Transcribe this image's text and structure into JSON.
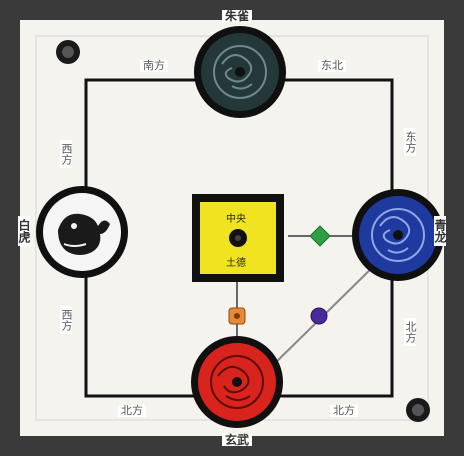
{
  "edge_labels": {
    "top": "朱雀",
    "bottom": "玄武",
    "left": "白虎",
    "right": "青龙"
  },
  "side_labels": {
    "top_left": "南方",
    "top_right": "东北",
    "left_top": "西方",
    "left_bottom": "西方",
    "right_top": "东方",
    "right_bottom": "北方",
    "bottom_left": "北方",
    "bottom_right": "北方"
  },
  "center": {
    "top_text": "中央",
    "bottom_text": "土德"
  },
  "colors": {
    "frame": "#3a3a3a",
    "mat": "#f4f3ee",
    "top_disc": "#24383a",
    "right_disc": "#1e3a9e",
    "bottom_disc": "#d8241c",
    "left_disc": "#f5f5f5",
    "center_box": "#f0e320",
    "green_node": "#2ea043",
    "purple_node": "#4a2a9a",
    "orange_node": "#e8893a"
  },
  "icons": {
    "top": "dragon-medallion-icon",
    "right": "dragon-medallion-icon",
    "bottom": "phoenix-medallion-icon",
    "left": "tiger-medallion-icon"
  }
}
